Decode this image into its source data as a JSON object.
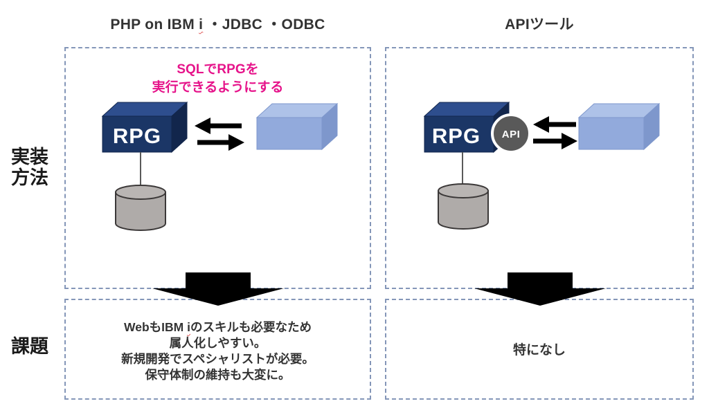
{
  "colors": {
    "dash": "#8496B8",
    "pink": "#E6138A",
    "navy-front": "#1B3666",
    "navy-top": "#2E4E8E",
    "navy-side": "#12264C",
    "blue-front": "#92AADC",
    "blue-top": "#AEC2E8",
    "blue-side": "#7E97CC",
    "circle-gray": "#595959",
    "cyl-fill": "#AFABA9",
    "cyl-top": "#B9B5B3",
    "ink": "#333333",
    "arrow-black": "#000000",
    "spell-red": "#E05B5B"
  },
  "header": {
    "left_title": {
      "prefix": "PHP on IBM ",
      "spellcheck": "i",
      "suffix": " ・JDBC ・ODBC"
    },
    "right_title": "APIツール"
  },
  "row_labels": {
    "implementation_line1": "実装",
    "implementation_line2": "方法",
    "challenge": "課題"
  },
  "left_column": {
    "annotation_line1": "SQLでRPGを",
    "annotation_line2": "実行できるようにする",
    "rpg_label": "RPG",
    "challenge": {
      "line1_prefix": "WebもIBM ",
      "line1_spellcheck": "i",
      "line1_suffix": "のスキルも必要なため",
      "line2": "属人化しやすい。",
      "line3": "新規開発でスペシャリストが必要。",
      "line4": "保守体制の維持も大変に。"
    }
  },
  "right_column": {
    "rpg_label": "RPG",
    "api_label": "API",
    "challenge": "特になし"
  }
}
